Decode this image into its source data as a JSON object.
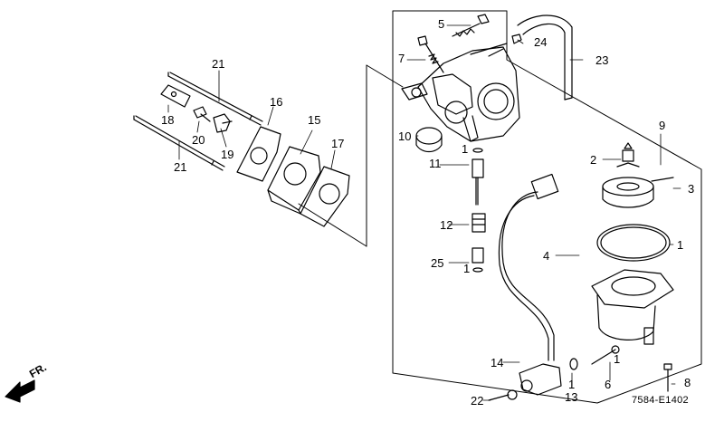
{
  "diagram": {
    "code": "7584-E1402",
    "direction_label": "FR.",
    "callouts": [
      "1",
      "2",
      "3",
      "4",
      "5",
      "6",
      "7",
      "8",
      "9",
      "10",
      "11",
      "12",
      "13",
      "14",
      "15",
      "16",
      "17",
      "18",
      "19",
      "20",
      "21",
      "22",
      "23",
      "24",
      "25"
    ],
    "callout_1_repeat": "1",
    "callout_21_repeat": "21"
  }
}
